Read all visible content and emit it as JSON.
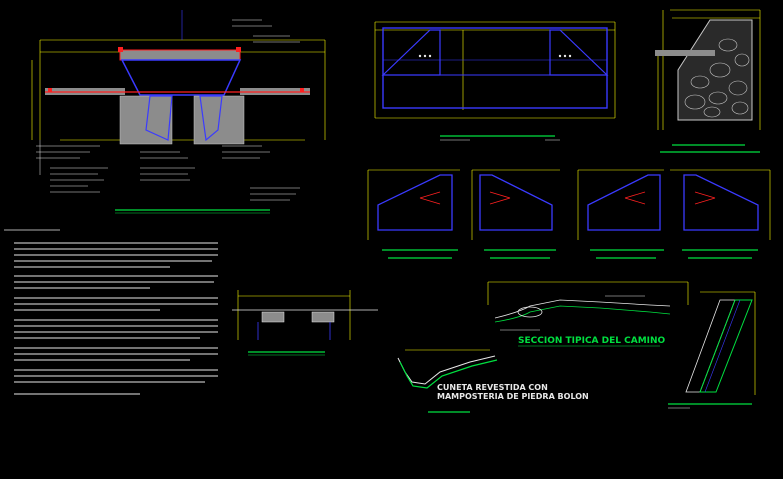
{
  "colors": {
    "background": "#000000",
    "outline": "#3a3aff",
    "dimension": "#ffff00",
    "title": "#00e040",
    "accent_red": "#ff2020",
    "fill_gray": "#8c8c8c",
    "text_white": "#e8e8e8",
    "hatch": "#c8c8c8"
  },
  "labels": {
    "section_center": "SECCION TIPICA DEL CAMINO",
    "cuneta_line1": "CUNETA REVESTIDA CON",
    "cuneta_line2": "MAMPOSTERIA DE PIEDRA BOLON"
  }
}
